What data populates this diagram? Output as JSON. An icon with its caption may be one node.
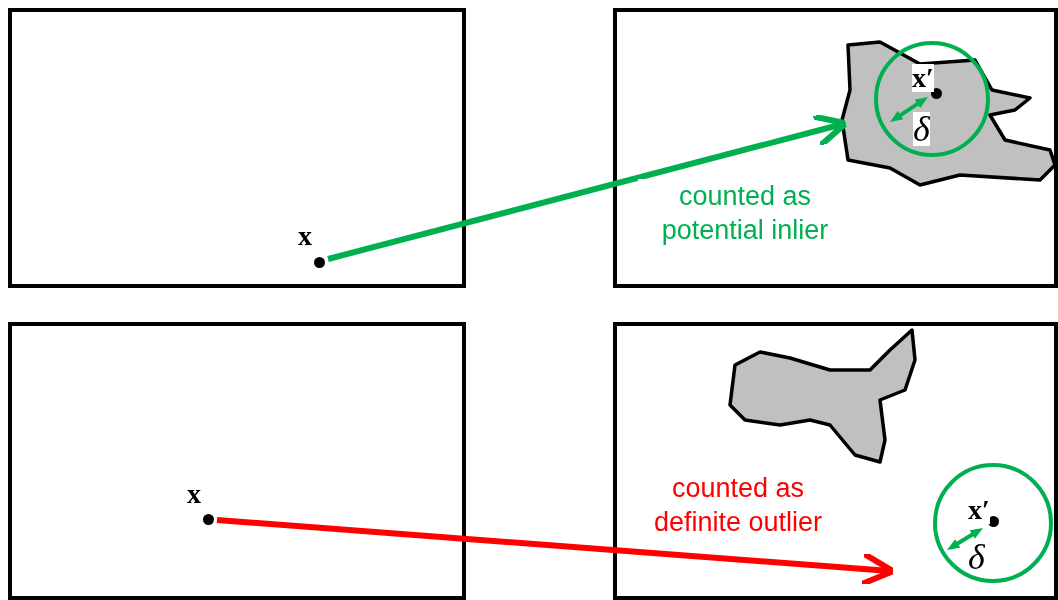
{
  "diagram": {
    "nodes": [
      {
        "text": [],
        "shape": "box"
      },
      {
        "text": [
          "x"
        ],
        "in": 0
      },
      {
        "text": [],
        "shape": "box"
      },
      {
        "text": [],
        "shape": "blob",
        "in": 2
      },
      {
        "text": [
          "x′",
          "δ"
        ],
        "in": 3
      },
      {
        "text": [],
        "shape": "box"
      },
      {
        "text": [
          "x"
        ],
        "in": 5
      },
      {
        "text": [],
        "shape": "box"
      },
      {
        "text": [],
        "shape": "blob",
        "in": 7
      },
      {
        "text": [
          "x′",
          "δ"
        ],
        "in": 7
      }
    ],
    "edges": [
      {
        "from": 1,
        "to": 3,
        "arrow": "to",
        "label": "counted as potential inlier",
        "color": "#00b050"
      },
      {
        "from": 6,
        "to": 7,
        "arrow": "to",
        "label": "counted as definite outlier",
        "color": "#ff0000"
      }
    ]
  }
}
